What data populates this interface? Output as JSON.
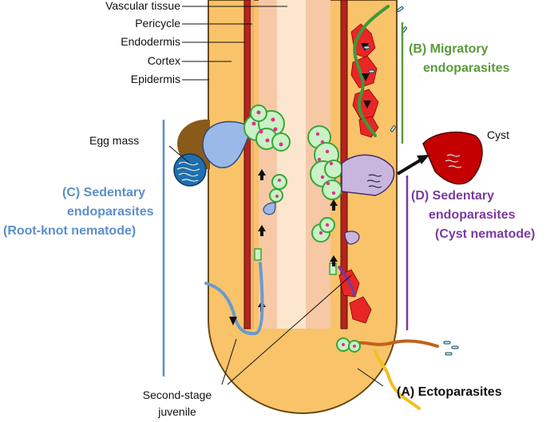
{
  "tissue_labels": {
    "vascular": "Vascular tissue",
    "pericycle": "Pericycle",
    "endodermis": "Endodermis",
    "cortex": "Cortex",
    "epidermis": "Epidermis"
  },
  "other_labels": {
    "egg_mass": "Egg mass",
    "cyst": "Cyst",
    "juvenile_line1": "Second-stage",
    "juvenile_line2": "juvenile"
  },
  "groups": {
    "migratory": {
      "line1": "(B) Migratory",
      "line2": "endoparasites",
      "color": "#5a9a3a"
    },
    "root_knot": {
      "line1": "(C) Sedentary",
      "line2": "endoparasites",
      "line3": "(Root-knot nematode)",
      "color": "#5b8fcb"
    },
    "cyst": {
      "line1": "(D) Sedentary",
      "line2": "endoparasites",
      "line3": "(Cyst nematode)",
      "color": "#7a3aa0"
    },
    "ecto": {
      "line1": "(A) Ectoparasites",
      "color": "#111111"
    }
  },
  "colors": {
    "root_fill": "#f9c36a",
    "vascular_fill": "#f7c8a6",
    "vascular_core": "#fde6cf",
    "endodermis": "#b3241c",
    "egg_mass": "#8a5a1a",
    "giant_cell": "#c9f2c5",
    "cyst_fill": "#c40000",
    "damage_red": "#e82626"
  }
}
